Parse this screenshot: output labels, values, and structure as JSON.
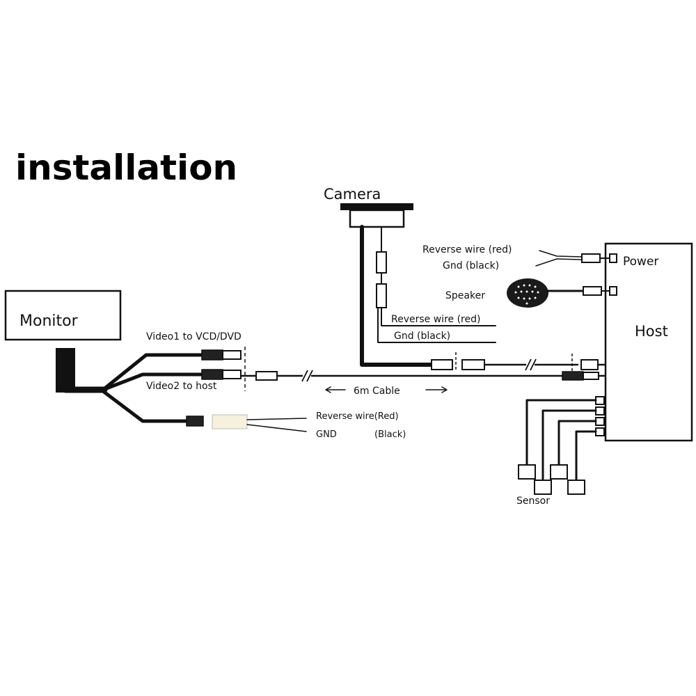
{
  "title": "installation",
  "components": {
    "camera": "Camera",
    "monitor": "Monitor",
    "host": "Host",
    "power": "Power",
    "speaker": "Speaker",
    "sensor": "Sensor"
  },
  "labels": {
    "video1": "Video1 to VCD/DVD",
    "video2": "Video2 to host",
    "cable": "6m Cable",
    "power_reverse": "Reverse wire (red)",
    "power_gnd": "Gnd (black)",
    "camera_reverse": "Reverse wire (red)",
    "camera_gnd": "Gnd (black)",
    "monitor_reverse": "Reverse wire(Red)",
    "monitor_gnd": "GND",
    "monitor_gnd_color": "(Black)"
  },
  "colors": {
    "line": "#111111",
    "background": "#ffffff"
  }
}
